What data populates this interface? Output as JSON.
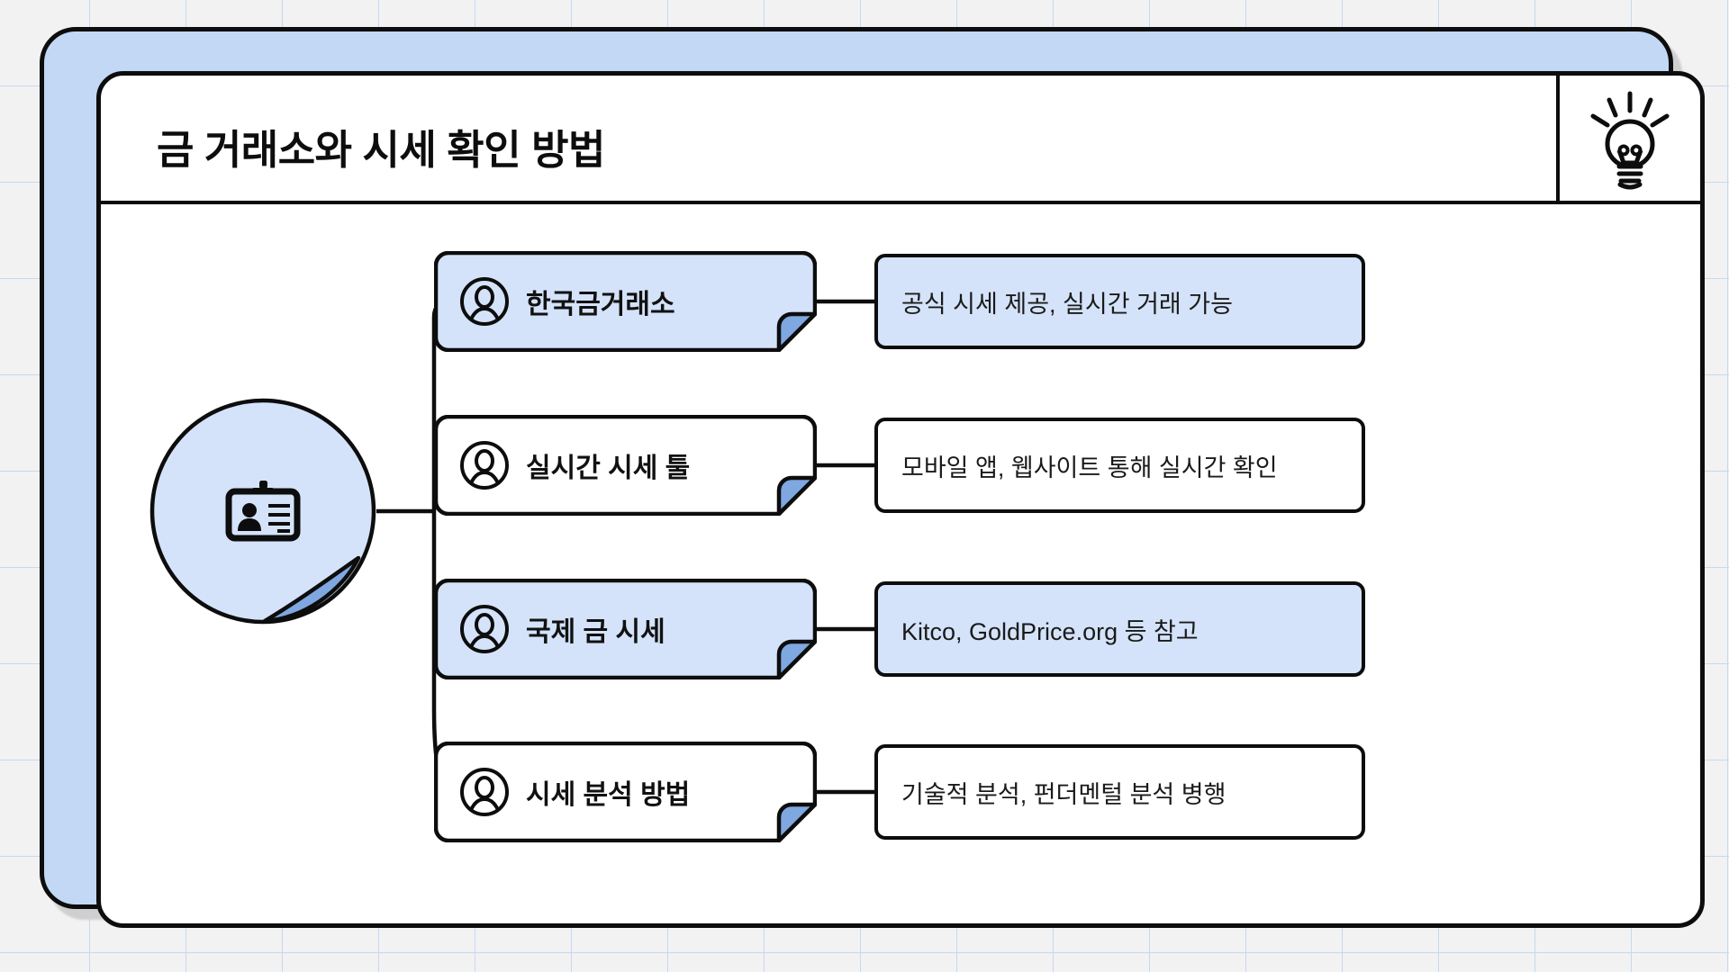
{
  "header": {
    "title": "금 거래소와 시세 확인 방법",
    "icon": "lightbulb-icon"
  },
  "root": {
    "icon": "id-badge-icon",
    "fill_color": "#d4e3f9",
    "fold_color": "#7fa7e0"
  },
  "theme": {
    "accent": "#c3d8f5",
    "node_fill": "#d4e3f9",
    "node_plain": "#ffffff",
    "fold": "#7fa7e0",
    "stroke": "#0d0d0d",
    "page_bg": "#f2f2f2",
    "grid": "#c6d8f2"
  },
  "branches": [
    {
      "icon": "person-circle-icon",
      "label": "한국금거래소",
      "filled": true,
      "description": "공식 시세 제공, 실시간 거래 가능",
      "description_filled": true
    },
    {
      "icon": "person-circle-icon",
      "label": "실시간 시세 툴",
      "filled": false,
      "description": "모바일 앱, 웹사이트 통해 실시간 확인",
      "description_filled": false
    },
    {
      "icon": "person-circle-icon",
      "label": "국제 금 시세",
      "filled": true,
      "description": "Kitco, GoldPrice.org 등 참고",
      "description_filled": true
    },
    {
      "icon": "person-circle-icon",
      "label": "시세 분석 방법",
      "filled": false,
      "description": "기술적 분석, 펀더멘털 분석 병행",
      "description_filled": false
    }
  ]
}
